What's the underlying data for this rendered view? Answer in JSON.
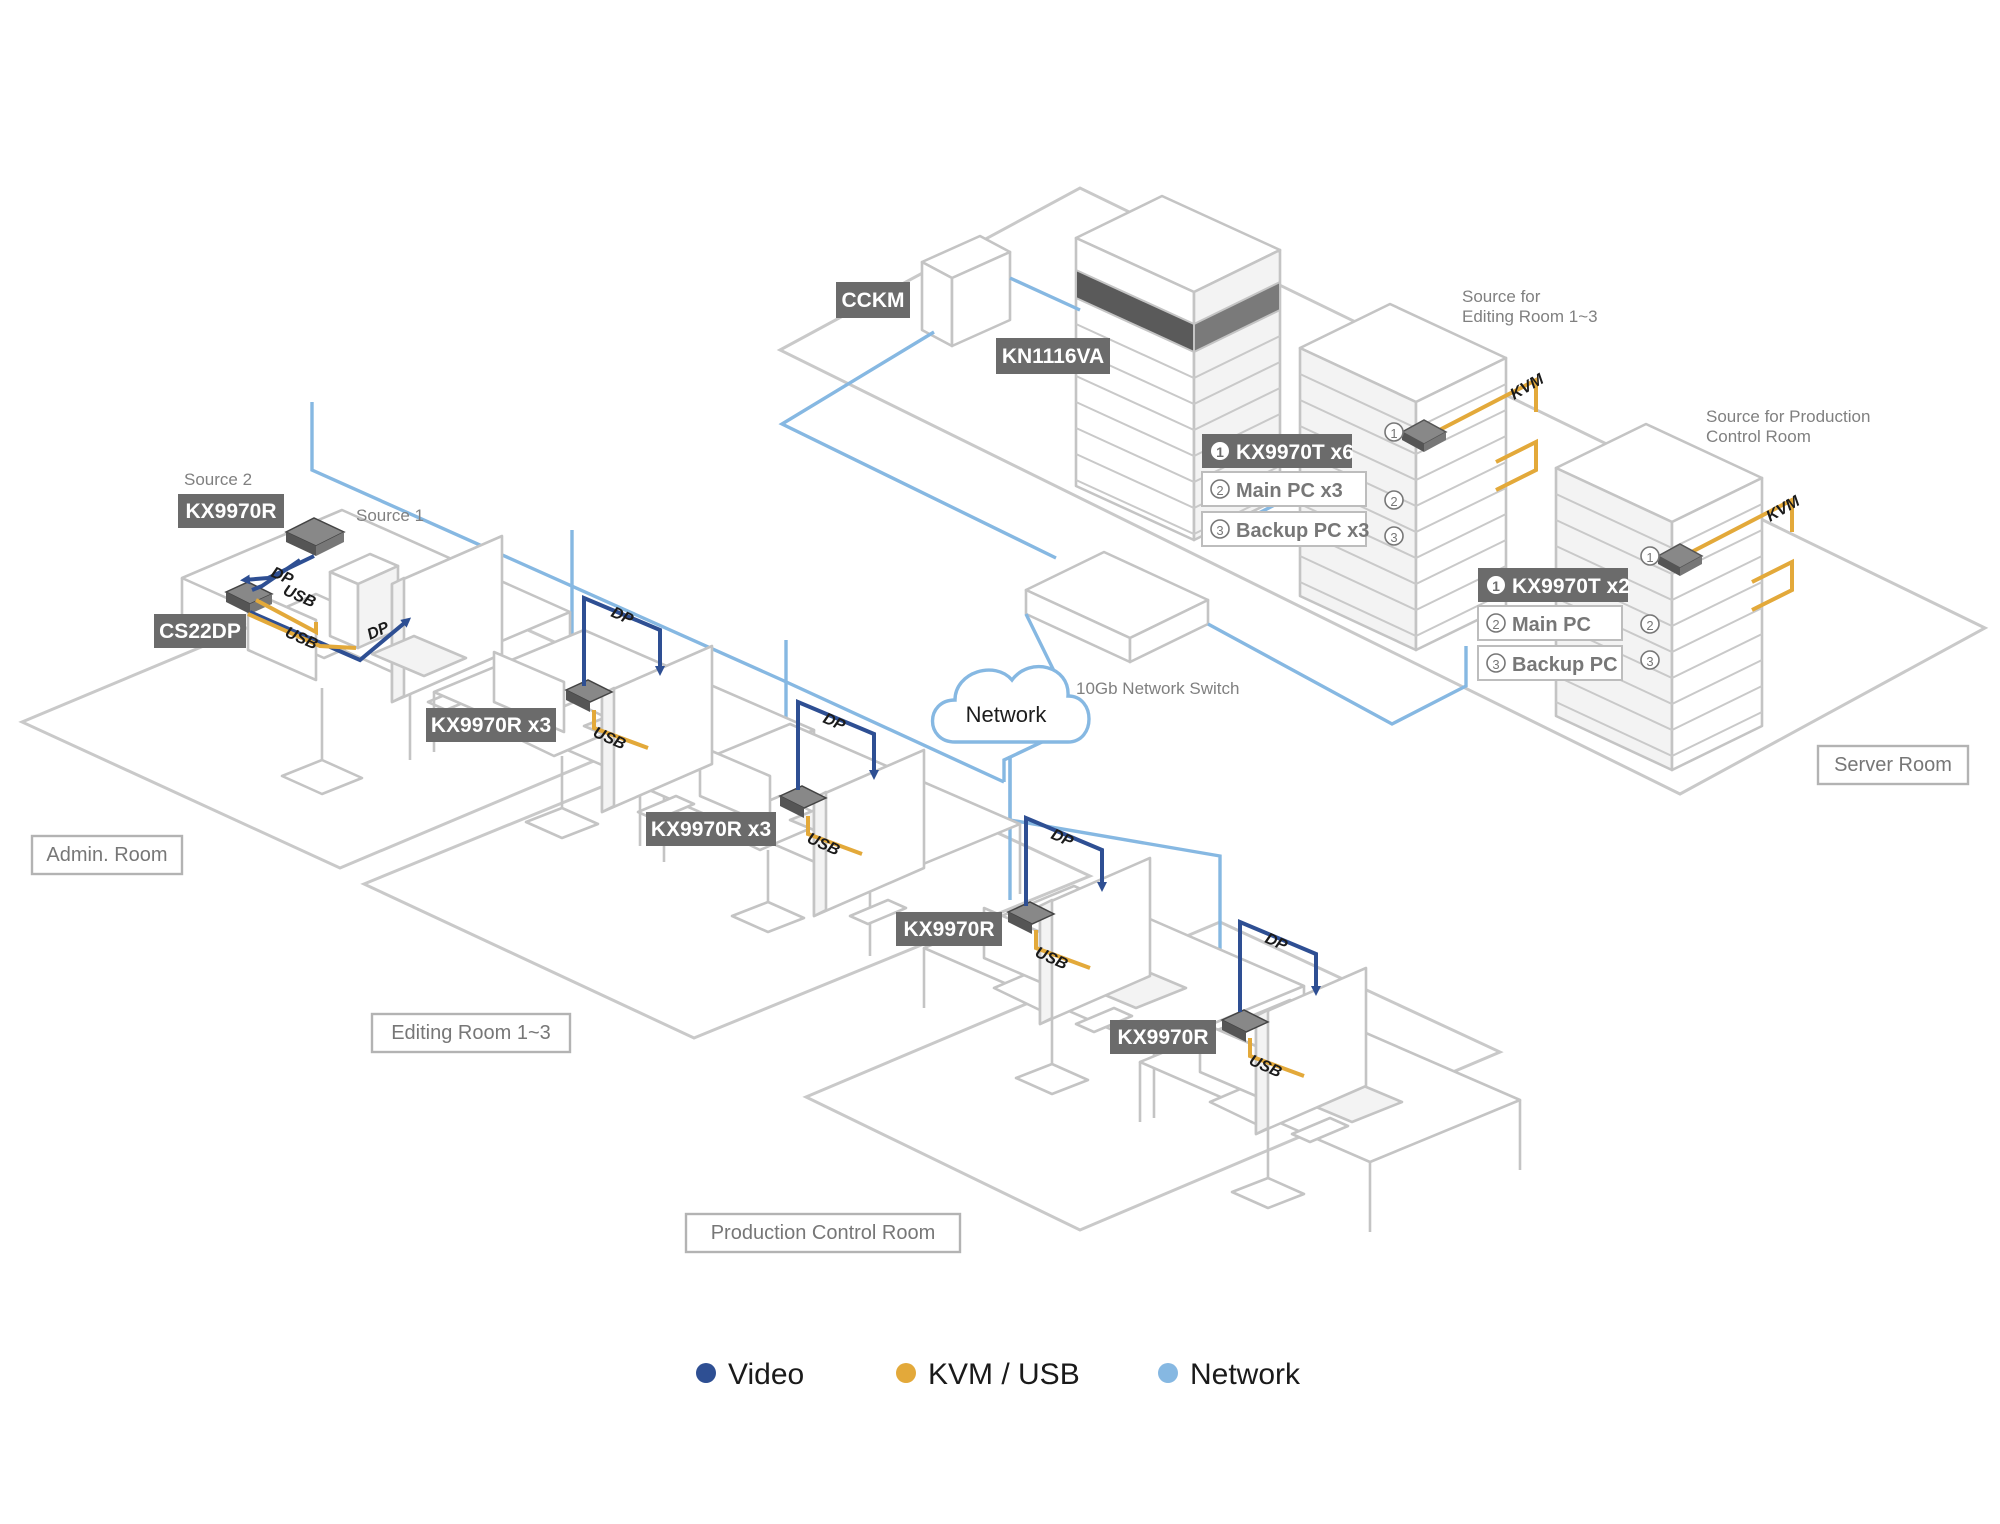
{
  "colors": {
    "video": "#2e4f93",
    "kvm_usb": "#e3a93a",
    "network": "#86b8e2",
    "tag_bg": "#6b6b6b"
  },
  "devices": {
    "cckm": "CCKM",
    "kn1116va": "KN1116VA",
    "kx9970t_x6": "KX9970T x6",
    "main_pc_x3": "Main PC x3",
    "backup_pc_x3": "Backup PC x3",
    "kx9970t_x2": "KX9970T x2",
    "main_pc": "Main PC",
    "backup_pc": "Backup PC",
    "admin_kx9970r": "KX9970R",
    "cs22dp": "CS22DP",
    "edit_rx_1": "KX9970R x3",
    "edit_rx_2": "KX9970R x3",
    "prod_rx_1": "KX9970R",
    "prod_rx_2": "KX9970R"
  },
  "notes": {
    "source_editing": [
      "Source for",
      "Editing Room 1~3"
    ],
    "source_production": [
      "Source for Production",
      "Control Room"
    ],
    "source_1": "Source 1",
    "source_2": "Source 2",
    "switch": "10Gb Network Switch",
    "network_cloud": "Network"
  },
  "markers": {
    "one": "1",
    "two": "2",
    "three": "3"
  },
  "cables": {
    "dp": "DP",
    "usb": "USB",
    "kvm": "KVM"
  },
  "rooms": {
    "server": "Server Room",
    "admin": "Admin. Room",
    "editing": "Editing Room 1~3",
    "production": "Production Control Room"
  },
  "legend": [
    {
      "label": "Video",
      "color": "#2e4f93"
    },
    {
      "label": "KVM / USB",
      "color": "#e3a93a"
    },
    {
      "label": "Network",
      "color": "#86b8e2"
    }
  ]
}
